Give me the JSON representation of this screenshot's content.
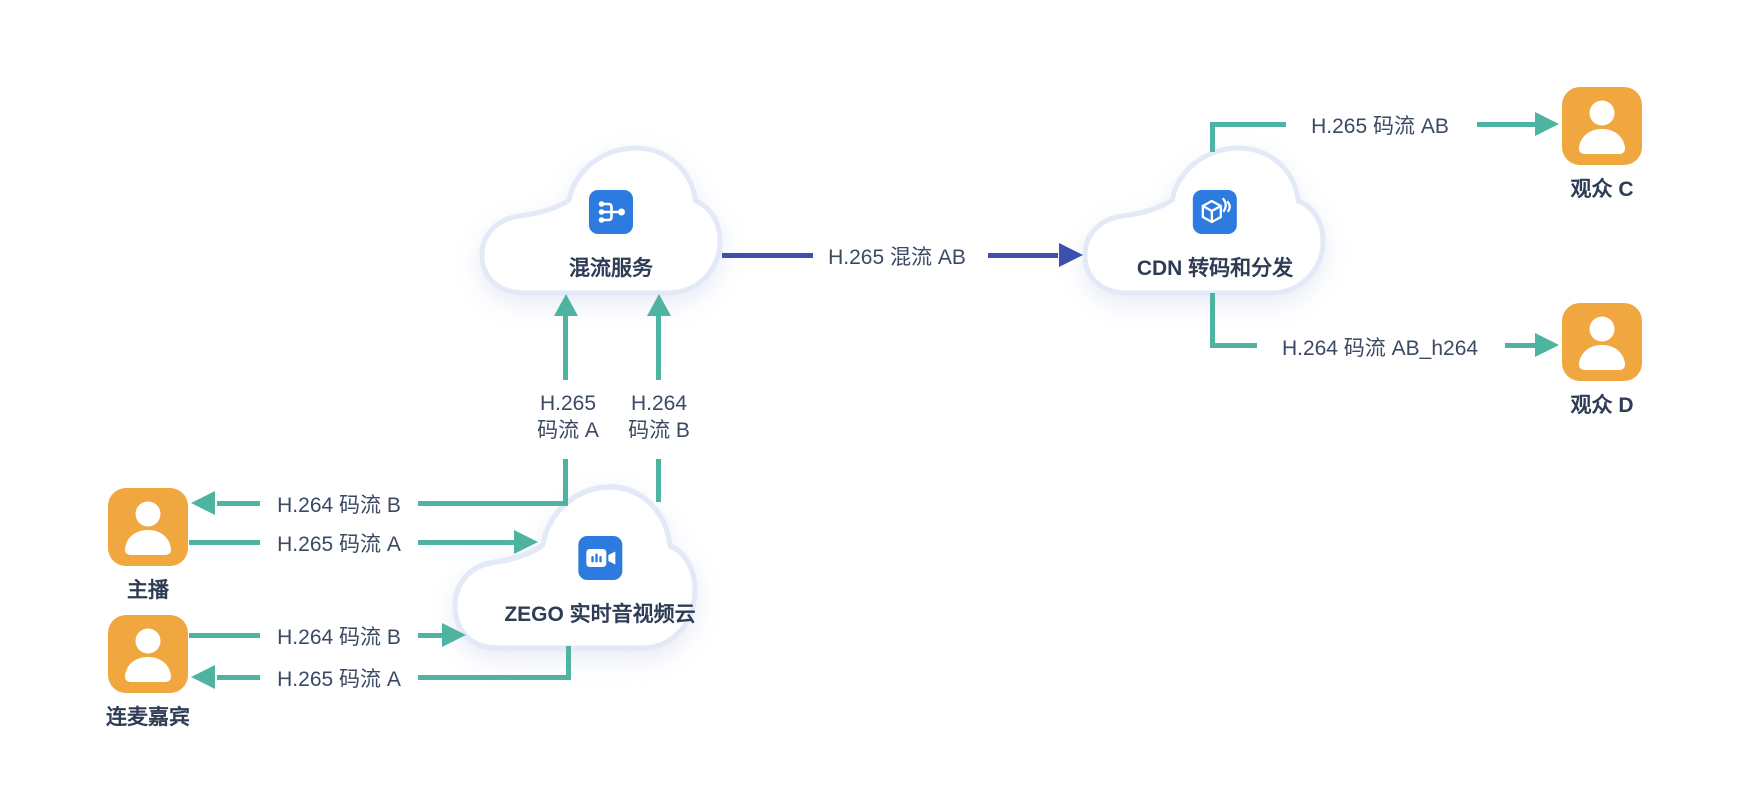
{
  "diagram": {
    "nodes": {
      "mixer": {
        "label": "混流服务"
      },
      "cdn": {
        "label": "CDN 转码和分发"
      },
      "zego": {
        "label": "ZEGO 实时音视频云"
      },
      "host": {
        "label": "主播"
      },
      "guest": {
        "label": "连麦嘉宾"
      },
      "audience_c": {
        "label": "观众 C"
      },
      "audience_d": {
        "label": "观众 D"
      }
    },
    "edges": {
      "zego_to_host": {
        "label": "H.264 码流 B",
        "direction": "left"
      },
      "host_to_zego": {
        "label": "H.265 码流 A",
        "direction": "right"
      },
      "guest_to_zego": {
        "label": "H.264 码流 B",
        "direction": "right"
      },
      "zego_to_guest": {
        "label": "H.265 码流 A",
        "direction": "left"
      },
      "zego_to_mixer_a": {
        "line1": "H.265",
        "line2": "码流 A",
        "direction": "up"
      },
      "zego_to_mixer_b": {
        "line1": "H.264",
        "line2": "码流 B",
        "direction": "up"
      },
      "mixer_to_cdn": {
        "label": "H.265 混流 AB",
        "direction": "right"
      },
      "cdn_to_audience_c": {
        "label": "H.265 码流 AB",
        "direction": "right"
      },
      "cdn_to_audience_d": {
        "label": "H.264 码流 AB_h264",
        "direction": "right"
      }
    },
    "colors": {
      "stream_arrow": "#4FB3A1",
      "mix_arrow": "#3D4FAF",
      "person_badge": "#F0A740",
      "service_icon_bg": "#2E7BE0",
      "cloud_border": "#E4E9F7",
      "edge_label_text": "#3B4963",
      "node_title_text": "#2E3C55"
    }
  }
}
